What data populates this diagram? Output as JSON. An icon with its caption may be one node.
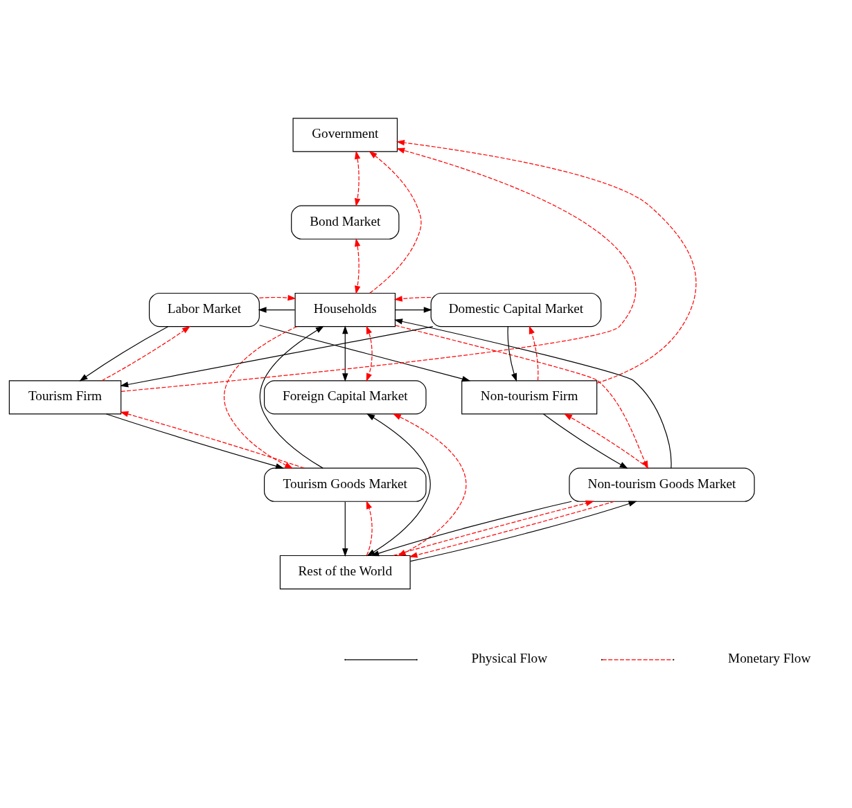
{
  "diagram": {
    "nodes": [
      {
        "text": [
          "Government"
        ]
      },
      {
        "text": [
          "Bond Market"
        ]
      },
      {
        "text": [
          "Labor Market"
        ]
      },
      {
        "text": [
          "Households"
        ]
      },
      {
        "text": [
          "Domestic Capital Market"
        ]
      },
      {
        "text": [
          "Tourism Firm"
        ]
      },
      {
        "text": [
          "Foreign Capital Market"
        ]
      },
      {
        "text": [
          "Non-tourism Firm"
        ]
      },
      {
        "text": [
          "Tourism Goods Market"
        ]
      },
      {
        "text": [
          "Non-tourism Goods Market"
        ]
      },
      {
        "text": [
          "Rest of the World"
        ]
      }
    ],
    "edges": [
      {
        "from": 0,
        "to": 1,
        "arrow": "both",
        "style": "dashed",
        "color": "#ff0000"
      },
      {
        "from": 1,
        "to": 3,
        "arrow": "both",
        "style": "dashed",
        "color": "#ff0000"
      },
      {
        "from": 5,
        "to": 0,
        "arrow": "to",
        "style": "dashed",
        "color": "#ff0000"
      },
      {
        "from": 3,
        "to": 0,
        "arrow": "to",
        "style": "dashed",
        "color": "#ff0000"
      },
      {
        "from": 7,
        "to": 0,
        "arrow": "to",
        "style": "dashed",
        "color": "#ff0000"
      },
      {
        "from": 3,
        "to": 2,
        "arrow": "to",
        "color": "#000000"
      },
      {
        "from": 2,
        "to": 3,
        "arrow": "to",
        "style": "dashed",
        "color": "#ff0000"
      },
      {
        "from": 3,
        "to": 4,
        "arrow": "to",
        "color": "#000000"
      },
      {
        "from": 4,
        "to": 3,
        "arrow": "to",
        "style": "dashed",
        "color": "#ff0000"
      },
      {
        "from": 2,
        "to": 5,
        "arrow": "to",
        "color": "#000000"
      },
      {
        "from": 2,
        "to": 7,
        "arrow": "to",
        "color": "#000000"
      },
      {
        "from": 4,
        "to": 5,
        "arrow": "to",
        "color": "#000000"
      },
      {
        "from": 4,
        "to": 7,
        "arrow": "to",
        "color": "#000000"
      },
      {
        "from": 5,
        "to": 2,
        "arrow": "to",
        "style": "dashed",
        "color": "#ff0000"
      },
      {
        "from": 7,
        "to": 4,
        "arrow": "to",
        "style": "dashed",
        "color": "#ff0000"
      },
      {
        "from": 3,
        "to": 8,
        "arrow": "to",
        "style": "dashed",
        "color": "#ff0000"
      },
      {
        "from": 8,
        "to": 3,
        "arrow": "to",
        "color": "#000000"
      },
      {
        "from": 3,
        "to": 6,
        "arrow": "both",
        "color": "#000000"
      },
      {
        "from": 3,
        "to": 6,
        "arrow": "both",
        "style": "dashed",
        "color": "#ff0000"
      },
      {
        "from": 9,
        "to": 3,
        "arrow": "to",
        "color": "#000000"
      },
      {
        "from": 3,
        "to": 9,
        "arrow": "to",
        "style": "dashed",
        "color": "#ff0000"
      },
      {
        "from": 5,
        "to": 8,
        "arrow": "to",
        "color": "#000000"
      },
      {
        "from": 8,
        "to": 5,
        "arrow": "to",
        "style": "dashed",
        "color": "#ff0000"
      },
      {
        "from": 9,
        "to": 7,
        "arrow": "to",
        "style": "dashed",
        "color": "#ff0000"
      },
      {
        "from": 7,
        "to": 9,
        "arrow": "to",
        "color": "#000000"
      },
      {
        "from": 8,
        "to": 10,
        "arrow": "to",
        "color": "#000000"
      },
      {
        "from": 10,
        "to": 8,
        "arrow": "to",
        "style": "dashed",
        "color": "#ff0000"
      },
      {
        "from": 6,
        "to": 10,
        "arrow": "both",
        "color": "#000000"
      },
      {
        "from": 6,
        "to": 10,
        "arrow": "both",
        "style": "dashed",
        "color": "#ff0000"
      },
      {
        "from": 9,
        "to": 10,
        "arrow": "to",
        "color": "#000000"
      },
      {
        "from": 10,
        "to": 9,
        "arrow": "to",
        "style": "dashed",
        "color": "#ff0000"
      },
      {
        "from": 9,
        "to": 10,
        "arrow": "to",
        "style": "dashed",
        "color": "#ff0000"
      },
      {
        "from": 10,
        "to": 9,
        "arrow": "to",
        "color": "#000000"
      }
    ],
    "legend": [
      {
        "text": "Physical Flow"
      },
      {
        "text": "Monetary Flow"
      }
    ]
  }
}
